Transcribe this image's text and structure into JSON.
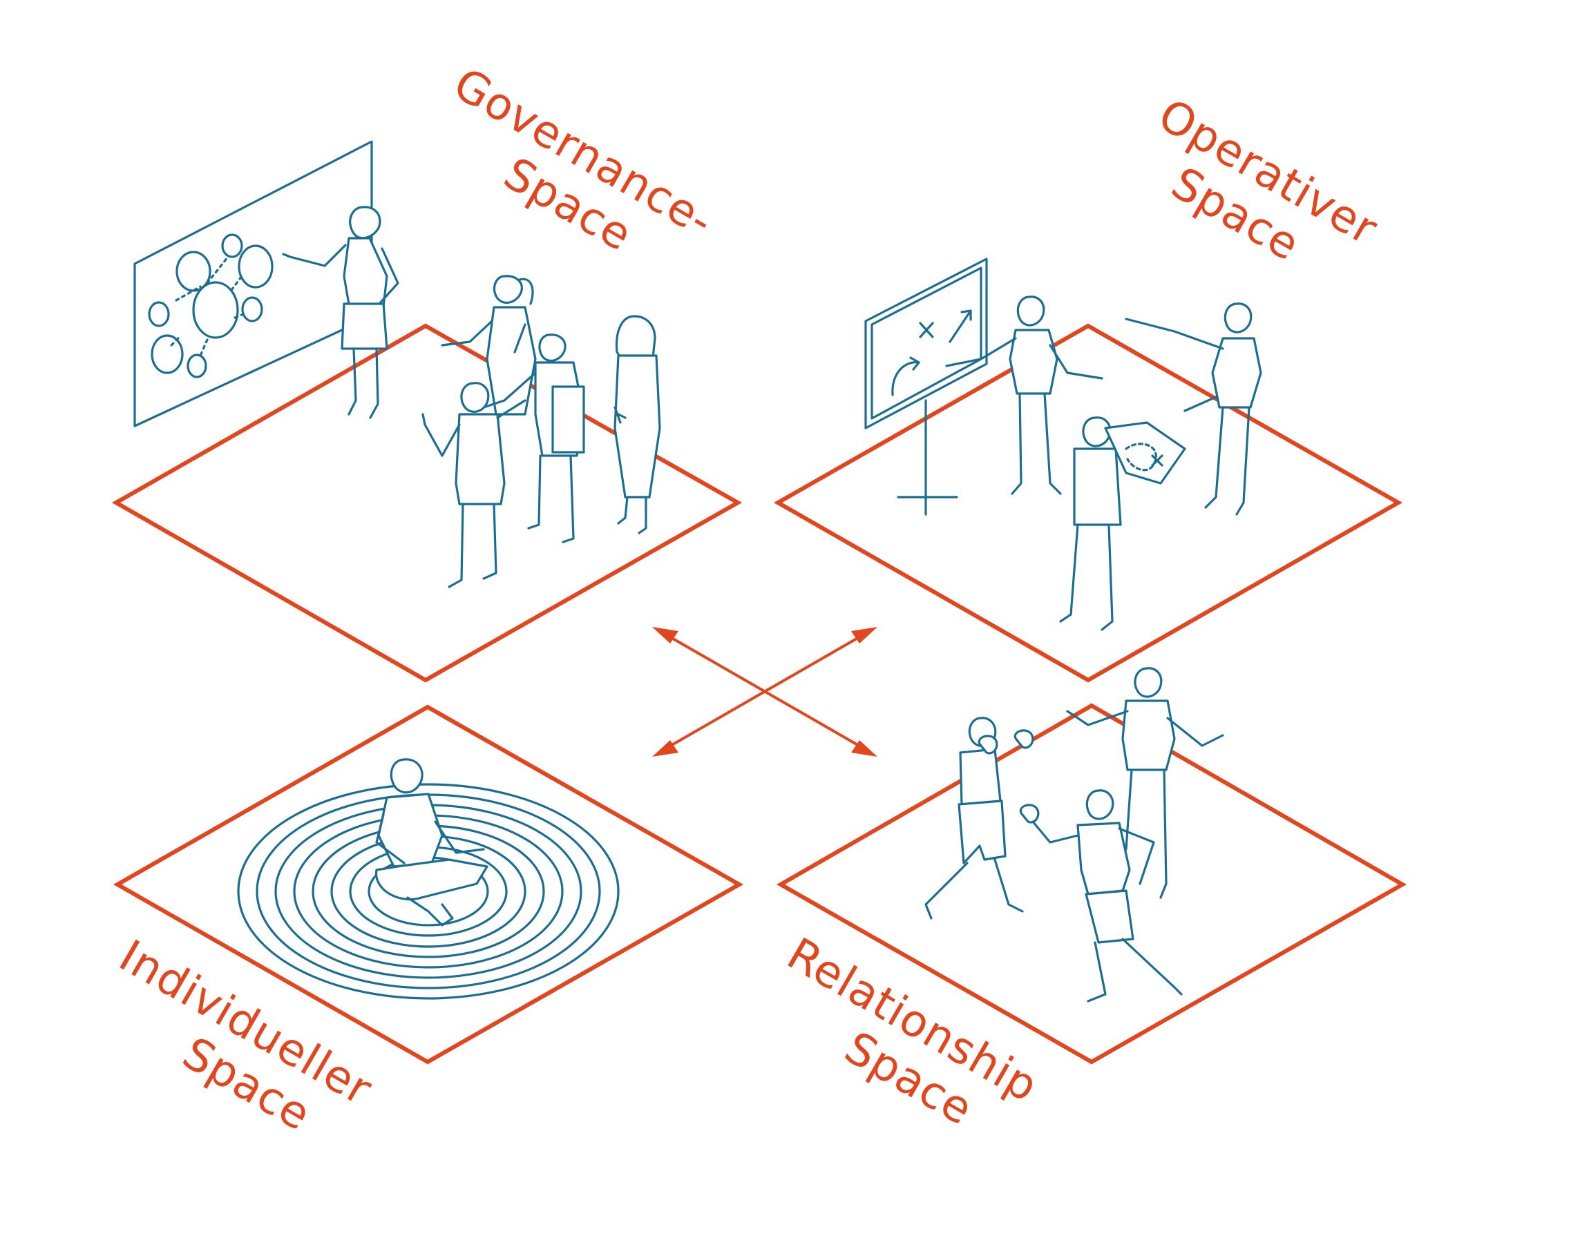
{
  "colors": {
    "accent": "#E2461E",
    "figure_line": "#1B6E92",
    "background": "#ffffff"
  },
  "spaces": {
    "governance": {
      "line1": "Governance-",
      "line2": "Space"
    },
    "operative": {
      "line1": "Operativer",
      "line2": "Space"
    },
    "individual": {
      "line1": "Individueller",
      "line2": "Space"
    },
    "relationship": {
      "line1": "Relationship",
      "line2": "Space"
    }
  },
  "icons": [
    "presentation-board-icon",
    "strategy-board-icon",
    "target-rings-icon",
    "double-arrow-icon"
  ]
}
